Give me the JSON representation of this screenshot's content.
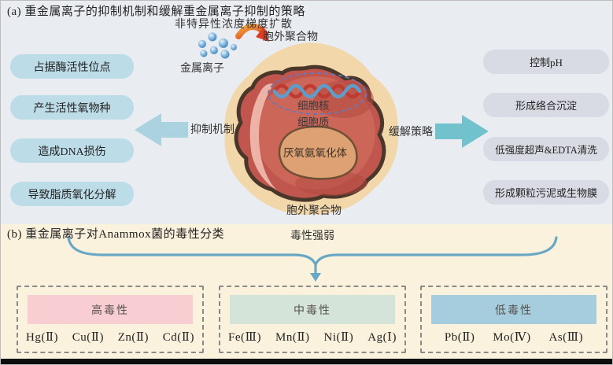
{
  "panel_a": {
    "label": "(a)",
    "title": "重金属离子的抑制机制和缓解重金属离子抑制的策略",
    "diffusion_label": "非特异性浓度梯度扩散",
    "metal_ions_label": "金属离子",
    "eps_top_label": "胞外聚合物",
    "eps_bottom_label": "胞外聚合物",
    "nucleus_label": "细胞核",
    "cytoplasm_label": "细胞质",
    "anammoxosome_label": "厌氧氨氧化体",
    "inhibition_arrow_label": "抑制机制",
    "mitigation_arrow_label": "缓解策略",
    "inhibition_mechanisms": [
      "占据酶活性位点",
      "产生活性氧物种",
      "造成DNA损伤",
      "导致脂质氧化分解"
    ],
    "mitigation_strategies": [
      "控制pH",
      "形成络合沉淀",
      "低强度超声&EDTA清洗",
      "形成颗粒污泥或生物膜"
    ]
  },
  "panel_b": {
    "label": "(b)",
    "title": "重金属离子对Anammox菌的毒性分类",
    "brace_label": "毒性强弱",
    "toxicity_groups": [
      {
        "name": "高毒性",
        "ions": [
          "Hg(Ⅱ)",
          "Cu(Ⅱ)",
          "Zn(Ⅱ)",
          "Cd(Ⅱ)"
        ]
      },
      {
        "name": "中毒性",
        "ions": [
          "Fe(Ⅲ)",
          "Mn(Ⅱ)",
          "Ni(Ⅱ)",
          "Ag(Ⅰ)"
        ]
      },
      {
        "name": "低毒性",
        "ions": [
          "Pb(Ⅱ)",
          "Mo(Ⅳ)",
          "As(Ⅲ)"
        ]
      }
    ]
  },
  "colors": {
    "section_a_bg": "#e9edf2",
    "section_b_bg": "#fbf2de",
    "inhibition_box": "#bcdce8",
    "mitigation_box": "#d8dbe4",
    "inhibition_arrow": "#abd3df",
    "mitigation_arrow": "#72c2ce",
    "high_toxicity_header": "#f8ced3",
    "medium_toxicity_header": "#d4e4d9",
    "low_toxicity_header": "#a6cddd",
    "cell_body": "#c0564e",
    "eps_layer": "#f2d7ab",
    "anammoxosome": "#dda173",
    "metal_ion": "#4a90c4",
    "brace": "#68a8c4",
    "diffusion_arrow": "#dd3d23"
  }
}
